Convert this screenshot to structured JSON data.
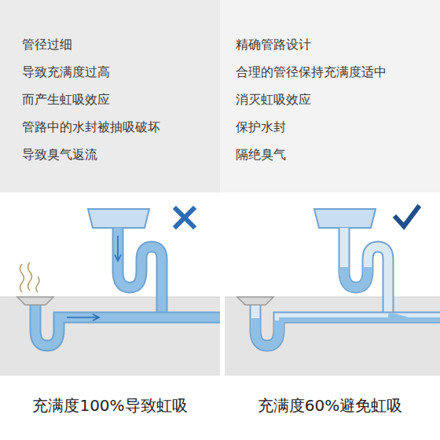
{
  "diagram": {
    "nodes": [
      {
        "text": [
          "管径过细",
          "导致充满度过高",
          "而产生虹吸效应",
          "管路中的水封被抽吸破坏",
          "导致臭气返流"
        ]
      },
      {
        "text": [
          "精确管路设计",
          "合理的管径保持充满度适中",
          "消灭虹吸效应",
          "保护水封",
          "隔绝臭气"
        ]
      }
    ],
    "labels": [
      "充满度100%导致虹吸",
      "充满度60%避免虹吸"
    ]
  }
}
